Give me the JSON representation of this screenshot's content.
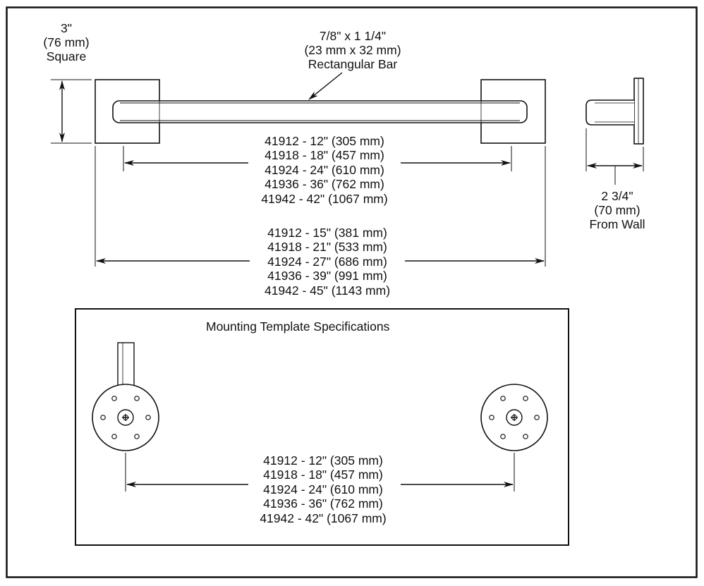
{
  "bar_size": {
    "line1": "7/8\" x 1 1/4\"",
    "line2": "(23 mm x 32 mm)",
    "line3": "Rectangular Bar"
  },
  "flange_size": {
    "line1": "3\"",
    "line2": "(76 mm)",
    "line3": "Square"
  },
  "projection": {
    "line1": "2 3/4\"",
    "line2": "(70 mm)",
    "line3": "From Wall"
  },
  "inner_dims": [
    "41912 - 12\" (305 mm)",
    "41918 - 18\" (457 mm)",
    "41924 - 24\" (610 mm)",
    "41936 - 36\" (762 mm)",
    "41942 - 42\" (1067 mm)"
  ],
  "overall_dims": [
    "41912 - 15\" (381 mm)",
    "41918 - 21\" (533 mm)",
    "41924 - 27\" (686 mm)",
    "41936 - 39\" (991 mm)",
    "41942 - 45\" (1143 mm)"
  ],
  "template": {
    "title": "Mounting Template Specifications",
    "dims": [
      "41912 - 12\" (305 mm)",
      "41918 - 18\" (457 mm)",
      "41924 - 24\" (610 mm)",
      "41936 - 36\" (762 mm)",
      "41942 - 42\" (1067 mm)"
    ]
  }
}
